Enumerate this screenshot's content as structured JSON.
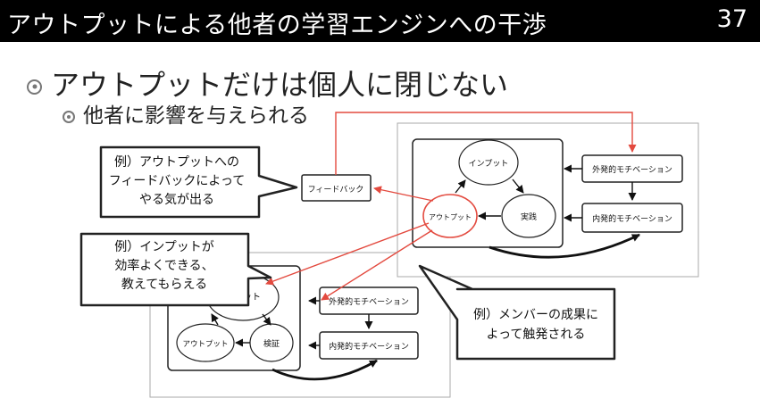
{
  "header": {
    "title": "アウトプットによる他者の学習エンジンへの干渉",
    "page_number": "37"
  },
  "bullets": {
    "level1": "アウトプットだけは個人に閉じない",
    "level2": "他者に影響を与えられる"
  },
  "upper_system": {
    "input": "インプット",
    "practice": "実践",
    "output": "アウトプット",
    "external_motivation": "外発的モチベーション",
    "internal_motivation": "内発的モチベーション"
  },
  "lower_system": {
    "input_partial": "ット",
    "verification": "検証",
    "output": "アウトプット",
    "external_motivation": "外発的モチベーション",
    "internal_motivation": "内発的モチベーション"
  },
  "feedback_box": "フィードバック",
  "callouts": {
    "feedback": [
      "例）アウトプットへの",
      "フィードバックによって",
      "やる気が出る"
    ],
    "input": [
      "例）インプットが",
      "効率よくできる、",
      "教えてもらえる"
    ],
    "member": [
      "例）メンバーの成果に",
      "よって触発される"
    ]
  },
  "colors": {
    "accent_red": "#e34a3f",
    "header_bg": "#000000",
    "box_border": "#222222"
  }
}
